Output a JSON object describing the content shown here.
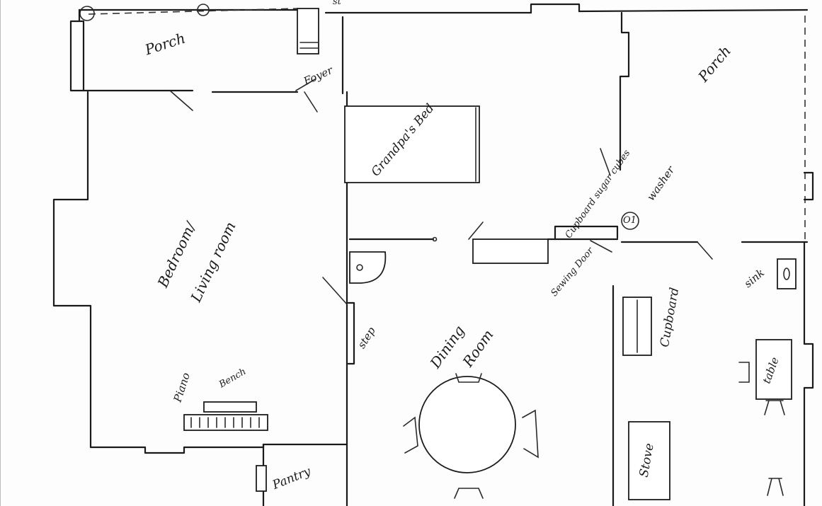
{
  "labels": {
    "porch_left": "Porch",
    "porch_right": "Porch",
    "foyer": "Foyer",
    "steps_top": "st",
    "grandpas_bed": "Grandpa's Bed",
    "bedroom": "Bedroom/",
    "living_room": "Living room",
    "cupboard_sugar": "Cupboard sugar cubes",
    "washer": "washer",
    "washer_mark": "O1",
    "sewing_door": "Sewing Door",
    "step": "step",
    "dining": "Dining",
    "room": "Room",
    "cupboard_kitchen": "Cupboard",
    "sink": "sink",
    "table": "table",
    "stove": "Stove",
    "piano": "Piano",
    "bench": "Bench",
    "pantry": "Pantry"
  }
}
